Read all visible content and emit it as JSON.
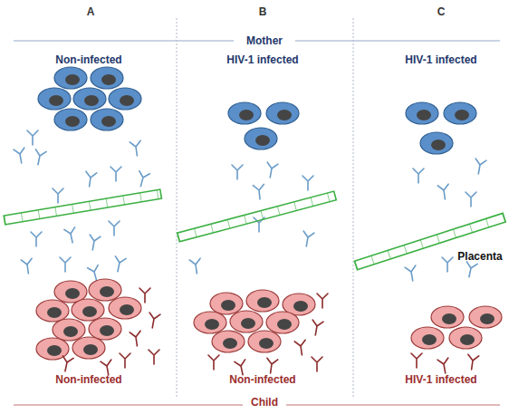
{
  "diagram": {
    "labels": [
      "A",
      "B",
      "C",
      "Mother",
      "Non-infected",
      "HIV-1 infected",
      "HIV-1 infected",
      "Placenta",
      "Non-infected",
      "Non-infected",
      "HIV-1 infected",
      "Child"
    ]
  }
}
